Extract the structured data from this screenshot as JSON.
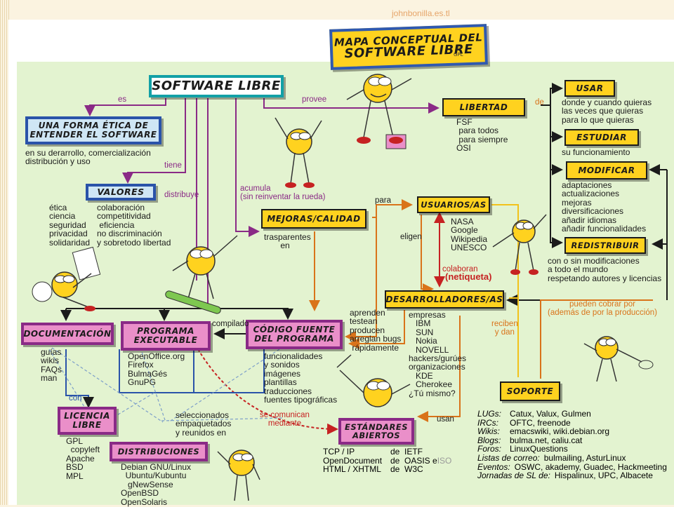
{
  "watermark": "johnbonilla.es.tl",
  "title": {
    "line1": "MAPA CONCEPTUAL DEL",
    "line2": "SOFTWARE LIBRE",
    "badge": "©\nGPL"
  },
  "nodes": {
    "software_libre": "SOFTWARE LIBRE",
    "forma_etica": "UNA FORMA ÉTICA DE\nENTENDER EL SOFTWARE",
    "valores": "VALORES",
    "libertad": "LIBERTAD",
    "usar": "USAR",
    "estudiar": "ESTUDIAR",
    "modificar": "MODIFICAR",
    "redistribuir": "REDISTRIBUIR",
    "mejoras": "MEJORAS/CALIDAD",
    "usuarios": "USUARIOS/AS",
    "desarrolladores": "DESARROLLADORES/AS",
    "documentacion": "DOCUMENTACIÓN",
    "programa": "PROGRAMA\nEXECUTABLE",
    "codigo": "CÓDIGO FUENTE\nDEL PROGRAMA",
    "licencia": "LICENCIA\nLIBRE",
    "distribuciones": "DISTRIBUCIONES",
    "estandares": "ESTÁNDARES\nABIERTOS",
    "soporte": "SOPORTE"
  },
  "links": {
    "es": "es",
    "provee": "provee",
    "de": "de",
    "tiene": "tiene",
    "distribuye": "distribuye",
    "acumula": "acumula\n(sin reinventar la rueda)",
    "para": "para",
    "eligen": "eligen",
    "colaboran": "colaboran",
    "netiqueta": "(netiqueta)",
    "pueden_cobrar": "pueden cobrar por\n(además de por la producción)",
    "reciben": "reciben\ny dan",
    "compilado": "compilado",
    "con": "con",
    "se_comunican": "se comunican\nmediante",
    "usan": "usan"
  },
  "texts": {
    "forma_etica_desc": "en su derarrollo, comercialización\ndistribución y uso",
    "valores_col1": "ética\nciencia\nseguridad\nprivacidad\nsolidaridad",
    "valores_col2": "colaboración\ncompetitividad\n eficiencia\nno discriminación\ny sobretodo libertad",
    "libertad_desc": "FSF\n para todos\n para siempre\nOSI",
    "usar_desc": "donde y cuando quieras\nlas veces que quieras\npara lo que quieras",
    "estudiar_desc": "su funcionamiento",
    "modificar_desc": "adaptaciones\nactualizaciones\nmejoras\ndiversificaciones\nañadir idiomas\nañadir funcionalidades",
    "redistribuir_desc": "con o sin modificaciones\na todo el mundo\nrespetando autores y licencias",
    "mejoras_desc": "trasparentes\n       en",
    "usuarios_desc": "NASA\nGoogle\nWikipedia\nUNESCO",
    "aprenden": "aprenden\ntestean\nproducen\narreglan bugs\n rápidamente",
    "empresas": "empresas\n   IBM\n   SUN\n   Nokia\n   NOVELL\nhackers/gurúes\norganizaciones\n   KDE\n   Cherokee\n¿Tú mismo?",
    "documentacion_desc": "guías\nwikis\nFAQs\nman",
    "programa_desc": "OpenOffice.org\nFirefox\nBulmaGés\nGnuPG",
    "codigo_desc": "funcionalidades\ny sonidos\nimágenes\nplantillas\ntraducciones\nfuentes tipográficas",
    "licencia_desc": "GPL\n  copyleft\nApache\nBSD\nMPL",
    "seleccionados": "seleccionados\nempaquetados\ny reunidos en",
    "distribuciones_desc": "Debian GNU/Linux\n  Ubuntu/Kubuntu\n   gNewSense\nOpenBSD\nOpenSolaris",
    "estandares_rows": [
      {
        "a": "TCP / IP",
        "b": "de",
        "c": "IETF"
      },
      {
        "a": "OpenDocument",
        "b": "de",
        "c": "OASIS e ",
        "d": "ISO"
      },
      {
        "a": "HTML / XHTML",
        "b": "de",
        "c": "W3C"
      }
    ],
    "soporte_rows": [
      {
        "k": "LUGs:",
        "v": "Catux, Valux, Gulmen"
      },
      {
        "k": "IRCs:",
        "v": "OFTC, freenode"
      },
      {
        "k": "Wikis:",
        "v": "emacswiki, wiki.debian.org"
      },
      {
        "k": "Blogs:",
        "v": "bulma.net, caliu.cat"
      },
      {
        "k": "Foros:",
        "v": "LinuxQuestions"
      },
      {
        "k": "Listas de correo:",
        "v": "bulmailing, AsturLinux"
      },
      {
        "k": "Eventos:",
        "v": "OSWC, akademy, Guadec, Hackmeeting"
      },
      {
        "k": "Jornadas de SL de:",
        "v": "Hispalinux, UPC, Albacete"
      }
    ]
  },
  "colors": {
    "magenta": "#8a2a86",
    "red": "#c62222",
    "blue": "#2a53a9",
    "yellow": "#ffd21f",
    "pink": "#ea8fc9",
    "lightblue": "#cfe6f5",
    "background": "#e3f3d0"
  },
  "mascots": [
    "mascot-swing",
    "mascot-dangling",
    "mascot-reading",
    "mascot-skateboard",
    "mascot-hanging",
    "mascot-racket",
    "mascot-lying",
    "mascot-bottom"
  ]
}
